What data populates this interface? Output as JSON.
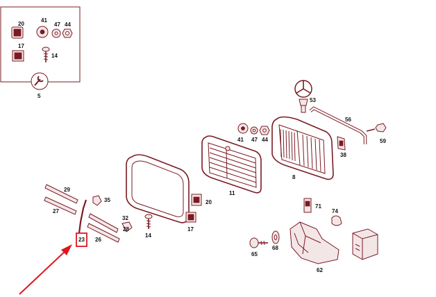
{
  "diagram": {
    "labels": {
      "p20_inset": "20",
      "p41_inset": "41",
      "p47_inset": "47",
      "p44_inset": "44",
      "p17_inset": "17",
      "p14_inset": "14",
      "p5": "5",
      "p53": "53",
      "p56": "56",
      "p59": "59",
      "p41": "41",
      "p47": "47",
      "p44": "44",
      "p38": "38",
      "p8": "8",
      "p11": "11",
      "p29": "29",
      "p35": "35",
      "p27": "27",
      "p32": "32",
      "p28": "28",
      "p26": "26",
      "p23": "23",
      "p20": "20",
      "p17": "17",
      "p14": "14",
      "p71": "71",
      "p74": "74",
      "p65": "65",
      "p68": "68",
      "p62": "62"
    },
    "highlight": {
      "part": "23",
      "color": "#e0151b"
    },
    "line_color": "#7a1a22"
  }
}
